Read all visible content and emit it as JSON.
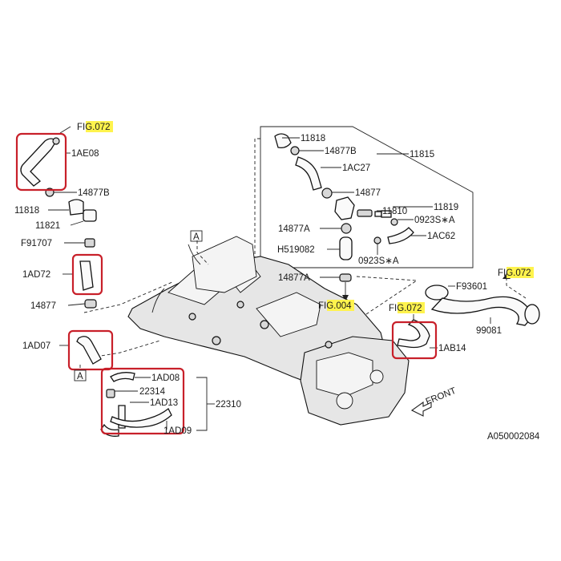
{
  "figure_refs": {
    "top_left": {
      "prefix": "F",
      "highlight": "IG.07",
      "suffix": "2"
    },
    "right": {
      "prefix": "F",
      "highlight": "IG.07",
      "suffix": "2"
    },
    "mid_right": {
      "prefix": "F",
      "highlight": "IG.07",
      "suffix": "2"
    },
    "detail_bottom": {
      "prefix": "F",
      "highlight": "IG.00",
      "suffix": "4"
    }
  },
  "labels": {
    "p_1AE08": "1AE08",
    "p_14877B_left": "14877B",
    "p_11818_left": "11818",
    "p_11821": "11821",
    "p_F91707": "F91707",
    "p_1AD72": "1AD72",
    "p_14877_left": "14877",
    "p_1AD07": "1AD07",
    "p_1AD08": "1AD08",
    "p_22314": "22314",
    "p_1AD13": "1AD13",
    "p_22310": "22310",
    "p_1AD09": "1AD09",
    "p_11818_top": "11818",
    "p_14877B_top": "14877B",
    "p_1AC27": "1AC27",
    "p_11815": "11815",
    "p_14877_det": "14877",
    "p_11819": "11819",
    "p_11810": "11810",
    "p_0923SA_1": "0923S∗A",
    "p_14877A_1": "14877A",
    "p_1AC62": "1AC62",
    "p_H519082": "H519082",
    "p_0923SA_2": "0923S∗A",
    "p_14877A_2": "14877A",
    "p_F93601": "F93601",
    "p_99081": "99081",
    "p_1AB14": "1AB14",
    "ref_A_top": "A",
    "ref_A_bottom": "A",
    "front": "FRONT",
    "code": "A050002084"
  },
  "colors": {
    "highlight_box": "#c8202a",
    "figure_ref_highlight": "#fff34d"
  }
}
